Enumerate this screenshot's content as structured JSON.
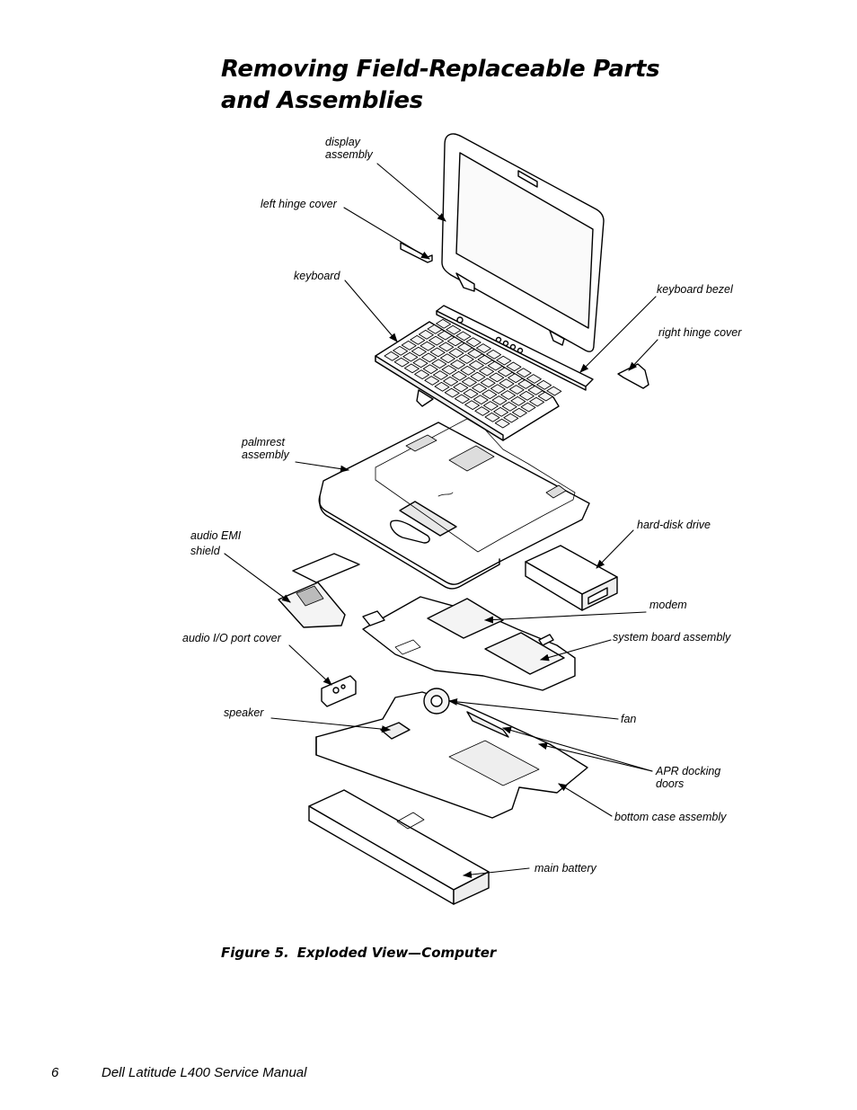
{
  "page": {
    "title_line1": "Removing Field-Replaceable Parts",
    "title_line2": "and Assemblies"
  },
  "labels": {
    "display_assembly_1": "display",
    "display_assembly_2": "assembly",
    "left_hinge_cover": "left hinge cover",
    "keyboard": "keyboard",
    "keyboard_bezel": "keyboard bezel",
    "right_hinge_cover": "right hinge cover",
    "palmrest_assembly_1": "palmrest",
    "palmrest_assembly_2": "assembly",
    "hard_disk_drive": "hard-disk drive",
    "audio_emi_shield_1": "audio EMI",
    "audio_emi_shield_2": "shield",
    "modem": "modem",
    "audio_io_port_cover": "audio I/O port cover",
    "system_board_assembly": "system board assembly",
    "speaker": "speaker",
    "fan": "fan",
    "apr_docking_doors_1": "APR docking",
    "apr_docking_doors_2": "doors",
    "bottom_case_assembly": "bottom case assembly",
    "main_battery": "main battery"
  },
  "figure": {
    "number": "Figure 5.",
    "caption": "Exploded View—Computer"
  },
  "footer": {
    "page_number": "6",
    "manual_title": "Dell Latitude L400 Service Manual"
  }
}
